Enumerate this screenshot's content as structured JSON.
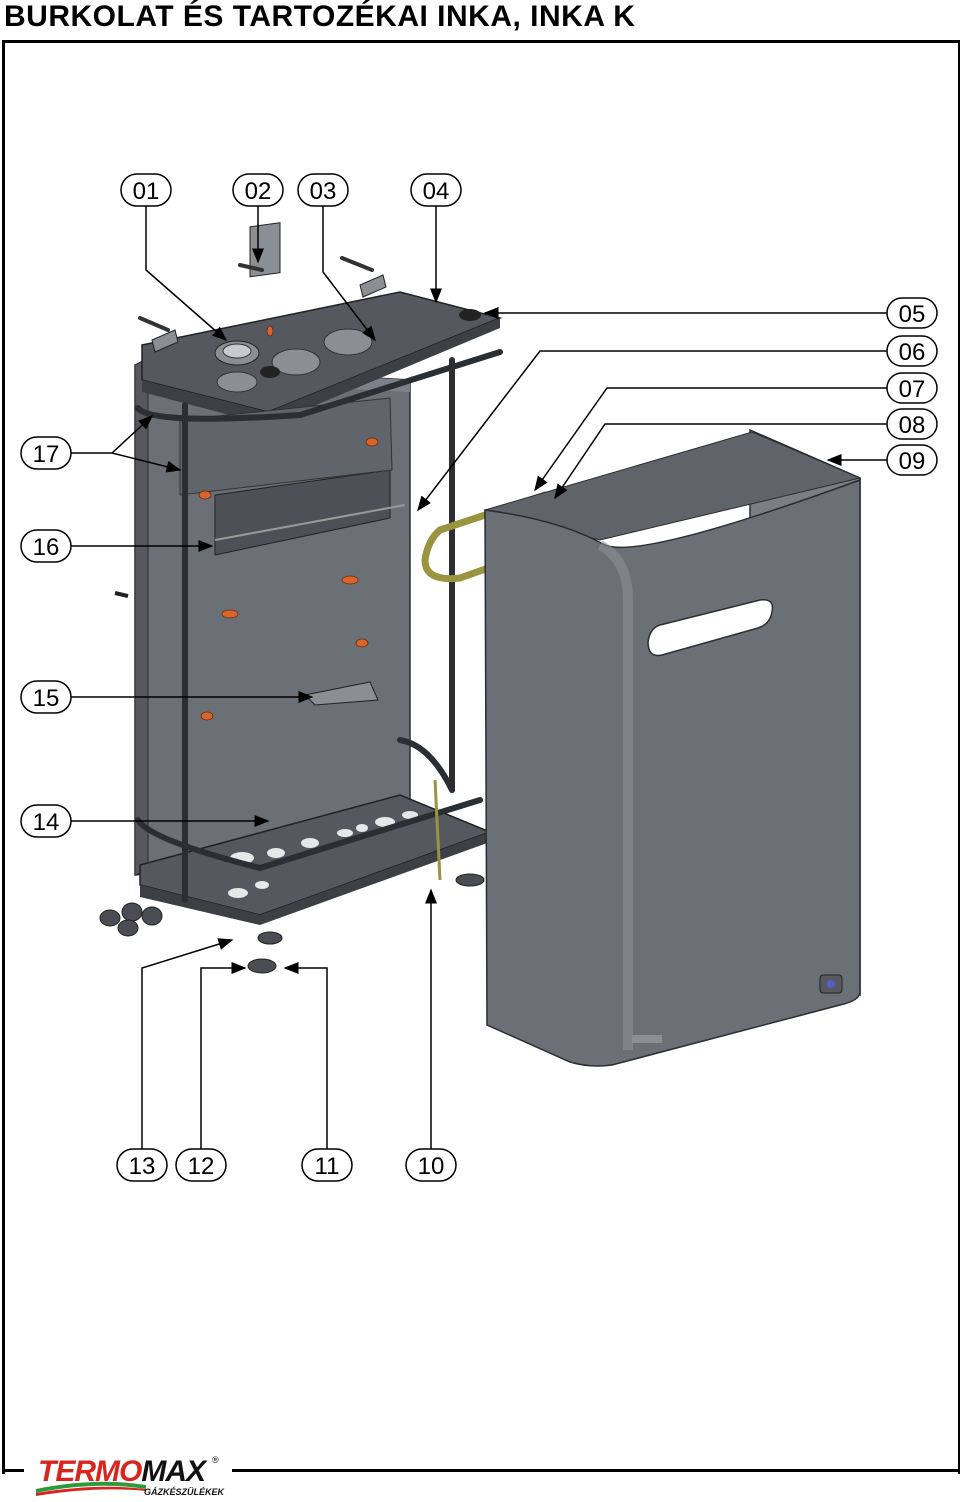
{
  "title": "BURKOLAT ÉS TARTOZÉKAI INKA, INKA K",
  "callouts": [
    {
      "id": "01"
    },
    {
      "id": "02"
    },
    {
      "id": "03"
    },
    {
      "id": "04"
    },
    {
      "id": "05"
    },
    {
      "id": "06"
    },
    {
      "id": "07"
    },
    {
      "id": "08"
    },
    {
      "id": "09"
    },
    {
      "id": "10"
    },
    {
      "id": "11"
    },
    {
      "id": "12"
    },
    {
      "id": "13"
    },
    {
      "id": "14"
    },
    {
      "id": "15"
    },
    {
      "id": "16"
    },
    {
      "id": "17"
    }
  ],
  "logo": {
    "brand_part1": "TERMO",
    "brand_part2": "MAX",
    "registered": "®",
    "subtitle": "GÁZKÉSZÜLÉKEK",
    "color_red": "#d8261f",
    "color_green": "#2e9a3e"
  },
  "colors": {
    "panel": "#6b7077",
    "panel_dark": "#4a4e54",
    "panel_light": "#8a8f96",
    "part_orange": "#d9652b",
    "part_yellow": "#9a9440"
  }
}
